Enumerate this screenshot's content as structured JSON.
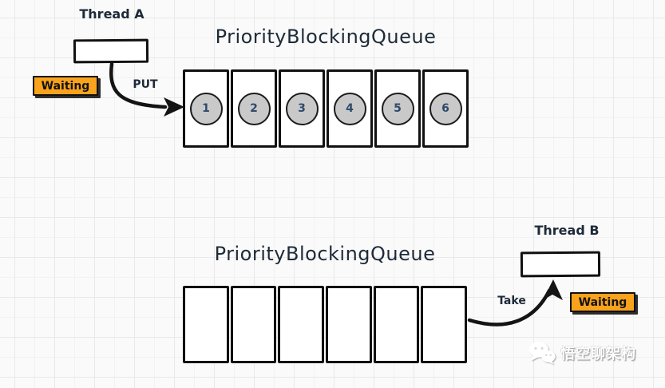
{
  "top_section": {
    "thread_label": "Thread A",
    "queue_title": "PriorityBlockingQueue",
    "action_label": "PUT",
    "status_label": "Waiting",
    "cells": [
      "1",
      "2",
      "3",
      "4",
      "5",
      "6"
    ]
  },
  "bottom_section": {
    "queue_title": "PriorityBlockingQueue",
    "thread_label": "Thread B",
    "action_label": "Take",
    "status_label": "Waiting",
    "cells": [
      "",
      "",
      "",
      "",
      "",
      ""
    ]
  },
  "watermark": {
    "icon": "wechat-icon",
    "text": "悟空聊架构"
  },
  "colors": {
    "badge_orange": "#F9A21B",
    "ink": "#111111",
    "text_dark": "#1E2A38",
    "number_navy": "#2E4A6B",
    "circle_gray": "#C9C9C9",
    "background": "#FAFAFA",
    "grid_line": "#E9E9E9"
  }
}
